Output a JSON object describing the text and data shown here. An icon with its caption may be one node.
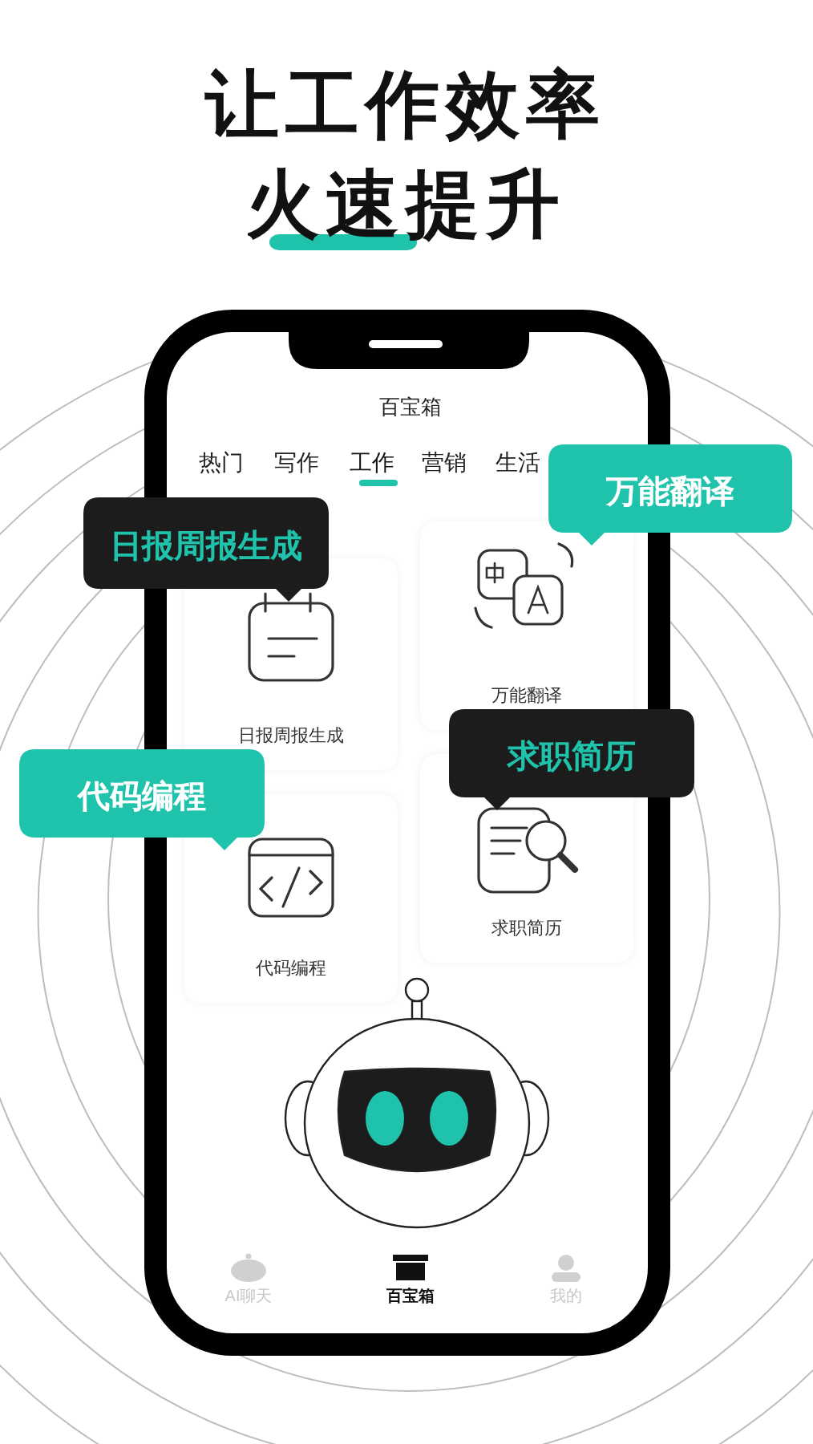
{
  "diagram": {
    "title": "让工作效率火速提升",
    "nodes": [
      {
        "text": [
          "万能翻译"
        ]
      },
      {
        "text": [
          "日报周报生成"
        ]
      },
      {
        "text": [
          "万能翻译"
        ]
      },
      {
        "text": [
          "日报周报生成"
        ]
      },
      {
        "text": [
          "求职简历"
        ]
      },
      {
        "text": [
          "代码编程"
        ]
      },
      {
        "text": [
          "求职简历"
        ]
      },
      {
        "text": [
          "代码编程"
        ]
      }
    ],
    "labels": [
      "百宝箱",
      "热门",
      "写作",
      "工作",
      "营销",
      "生活",
      "AI聊天",
      "百宝箱",
      "我的"
    ]
  }
}
